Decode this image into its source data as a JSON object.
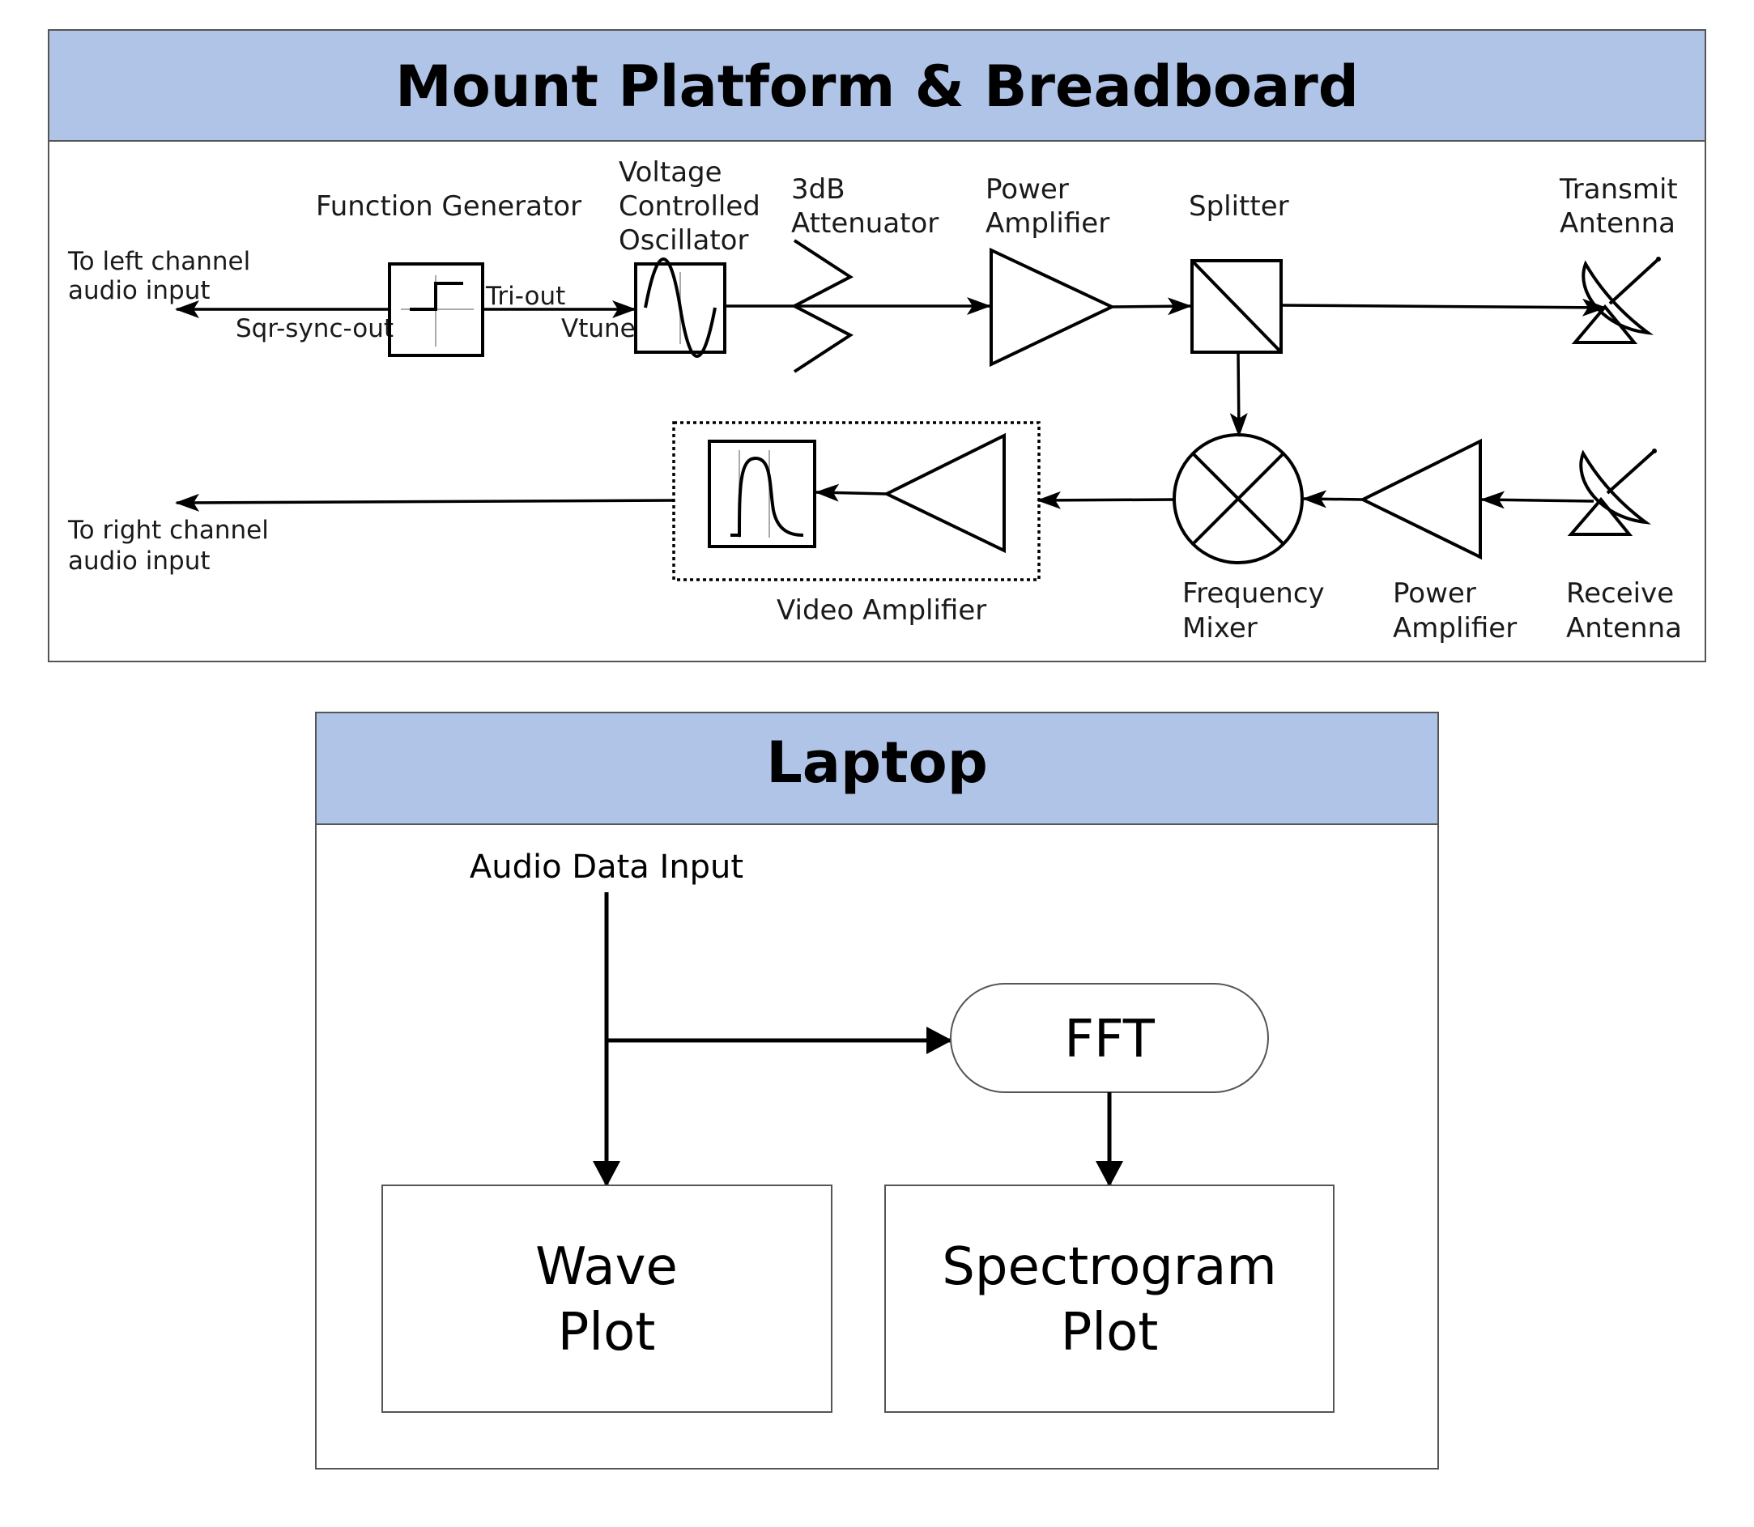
{
  "mount": {
    "title": "Mount Platform & Breadboard",
    "left_out": [
      "To left channel",
      "audio input"
    ],
    "right_out": [
      "To right channel",
      "audio input"
    ],
    "function_generator": "Function Generator",
    "sqr_sync_out": "Sqr-sync-out",
    "tri_out": "Tri-out",
    "vtune": "Vtune",
    "vco": [
      "Voltage",
      "Controlled",
      "Oscillator"
    ],
    "attenuator": [
      "3dB",
      "Attenuator"
    ],
    "power_amp_tx": [
      "Power",
      "Amplifier"
    ],
    "splitter": "Splitter",
    "transmit_antenna": [
      "Transmit",
      "Antenna"
    ],
    "receive_antenna": [
      "Receive",
      "Antenna"
    ],
    "power_amp_rx": [
      "Power",
      "Amplifier"
    ],
    "mixer": [
      "Frequency",
      "Mixer"
    ],
    "video_amp": "Video Amplifier"
  },
  "laptop": {
    "title": "Laptop",
    "audio_input": "Audio Data Input",
    "fft": "FFT",
    "wave_plot": [
      "Wave",
      "Plot"
    ],
    "spectrogram_plot": [
      "Spectrogram",
      "Plot"
    ]
  },
  "colors": {
    "header_fill": "#b0c4e7",
    "border": "#555555"
  }
}
